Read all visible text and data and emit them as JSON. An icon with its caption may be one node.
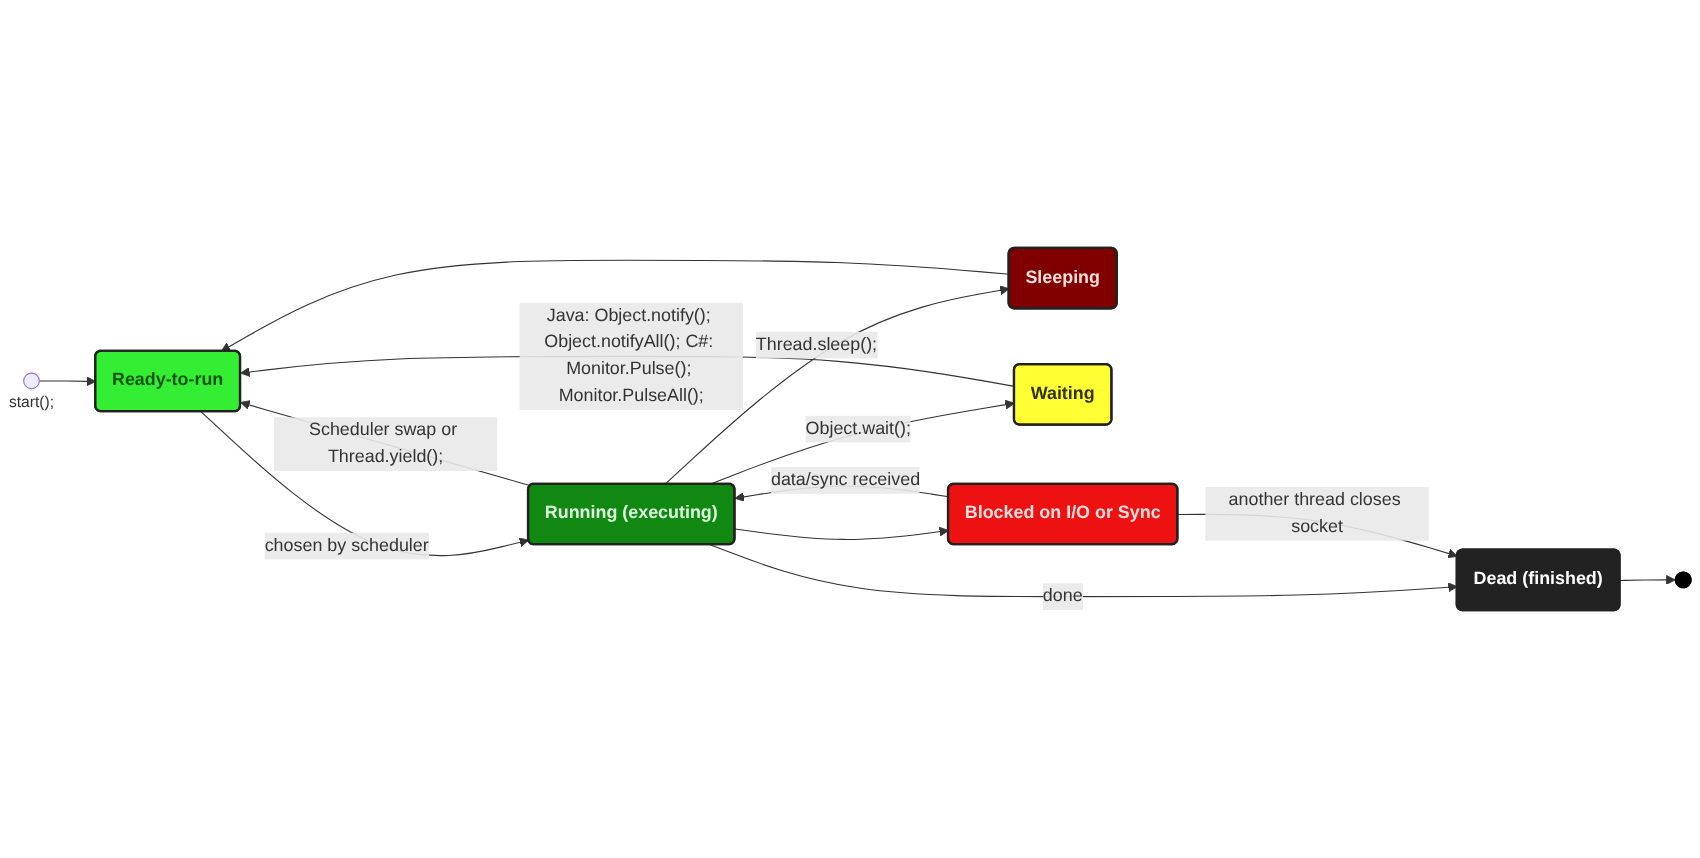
{
  "diagram": {
    "nodes": [
      {
        "text": [],
        "shape": "circle",
        "beside": [
          "start();"
        ]
      },
      {
        "text": [
          "Ready-to-run"
        ]
      },
      {
        "text": [
          "Sleeping"
        ]
      },
      {
        "text": [
          "Waiting"
        ]
      },
      {
        "text": [
          "Running (executing)"
        ]
      },
      {
        "text": [
          "Blocked on I/O or Sync"
        ]
      },
      {
        "text": [],
        "shape": "bullseye"
      },
      {
        "text": [
          "Dead (finished)"
        ]
      }
    ],
    "edges": [
      {
        "from": 0,
        "to": 1,
        "arrow": "to"
      },
      {
        "from": 2,
        "to": 1,
        "arrow": "to"
      },
      {
        "from": 3,
        "to": 1,
        "arrow": "to",
        "label": "Java: Object.notify(); Object.notifyAll(); C#: Monitor.Pulse(); Monitor.PulseAll();"
      },
      {
        "from": 1,
        "to": 4,
        "arrow": "to",
        "label": "chosen by scheduler"
      },
      {
        "from": 4,
        "to": 1,
        "arrow": "to",
        "label": "Scheduler swap or Thread.yield();"
      },
      {
        "from": 4,
        "to": 3,
        "arrow": "to",
        "label": "Object.wait();"
      },
      {
        "from": 4,
        "to": 2,
        "arrow": "to",
        "label": "Thread.sleep();"
      },
      {
        "from": 5,
        "to": 4,
        "arrow": "to",
        "label": "data/sync received"
      },
      {
        "from": 4,
        "to": 5,
        "arrow": "to"
      },
      {
        "from": 4,
        "to": 7,
        "arrow": "to",
        "label": "done"
      },
      {
        "from": 5,
        "to": 7,
        "arrow": "to",
        "label": "another thread closes socket"
      },
      {
        "from": 7,
        "to": 6,
        "arrow": "to"
      }
    ]
  }
}
